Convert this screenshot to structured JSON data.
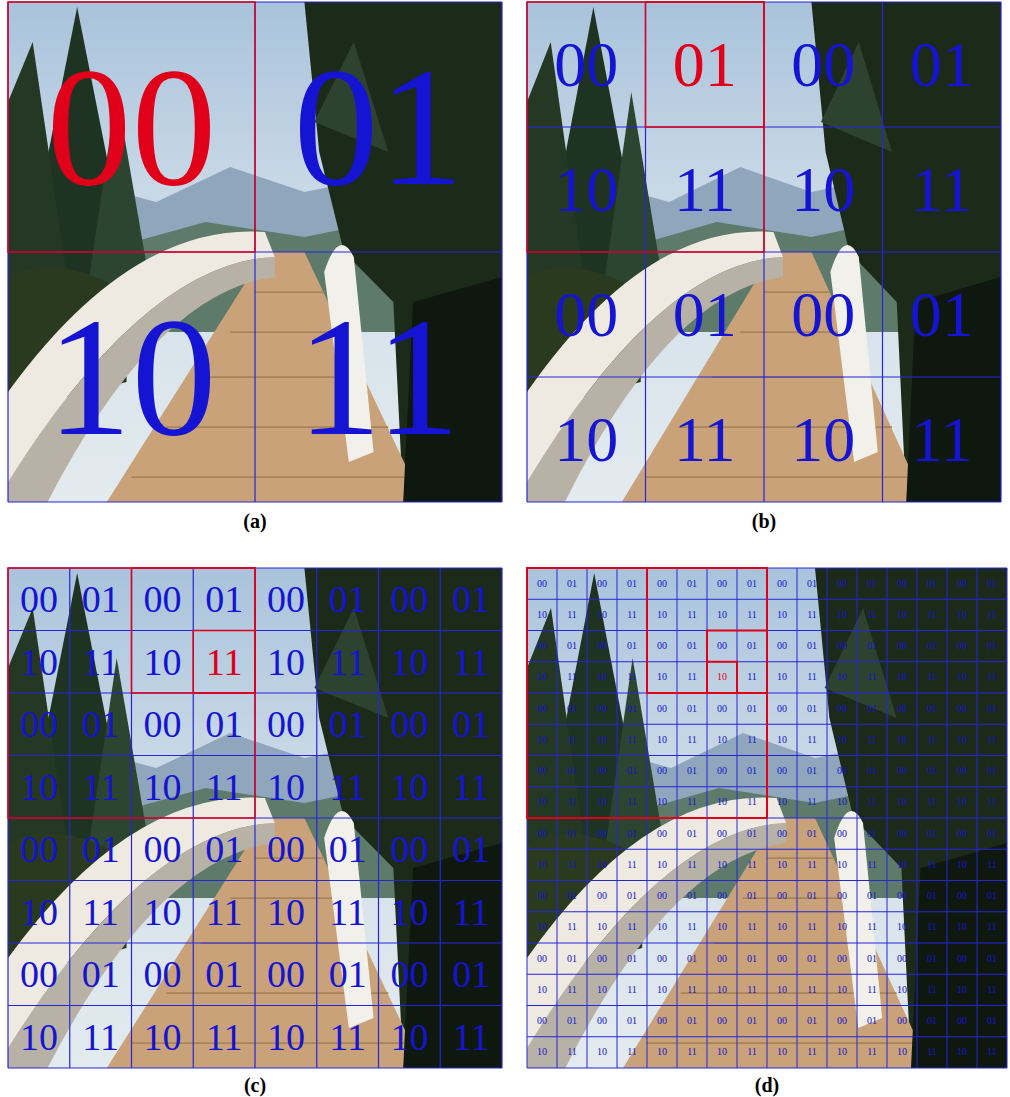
{
  "diagram": {
    "labels": [
      "00",
      "01",
      "10",
      "11",
      "(a)",
      "00",
      "01",
      "00",
      "01",
      "10",
      "11",
      "10",
      "11",
      "00",
      "01",
      "00",
      "01",
      "10",
      "11",
      "10",
      "11",
      "(b)",
      "00",
      "01",
      "00",
      "01",
      "00",
      "01",
      "00",
      "01",
      "10",
      "11",
      "10",
      "11",
      "10",
      "11",
      "10",
      "11",
      "00",
      "01",
      "00",
      "01",
      "00",
      "01",
      "00",
      "01",
      "10",
      "11",
      "10",
      "11",
      "10",
      "11",
      "10",
      "11",
      "00",
      "01",
      "00",
      "01",
      "00",
      "01",
      "00",
      "01",
      "10",
      "11",
      "10",
      "11",
      "10",
      "11",
      "10",
      "11",
      "00",
      "01",
      "00",
      "01",
      "00",
      "01",
      "00",
      "01",
      "10",
      "11",
      "10",
      "11",
      "10",
      "11",
      "10",
      "11",
      "(c)",
      "00",
      "01",
      "00",
      "01",
      "00",
      "01",
      "00",
      "01",
      "00",
      "01",
      "00",
      "01",
      "00",
      "01",
      "00",
      "01",
      "10",
      "11",
      "10",
      "11",
      "10",
      "11",
      "10",
      "11",
      "10",
      "11",
      "10",
      "11",
      "10",
      "11",
      "10",
      "11",
      "00",
      "01",
      "00",
      "01",
      "00",
      "01",
      "00",
      "01",
      "00",
      "01",
      "00",
      "01",
      "00",
      "01",
      "00",
      "01",
      "10",
      "11",
      "10",
      "11",
      "10",
      "11",
      "10",
      "11",
      "10",
      "11",
      "10",
      "11",
      "10",
      "11",
      "10",
      "11",
      "00",
      "01",
      "00",
      "01",
      "00",
      "01",
      "00",
      "01",
      "00",
      "01",
      "00",
      "01",
      "00",
      "01",
      "00",
      "01",
      "10",
      "11",
      "10",
      "11",
      "10",
      "11",
      "10",
      "11",
      "10",
      "11",
      "10",
      "11",
      "10",
      "11",
      "10",
      "11",
      "00",
      "01",
      "00",
      "01",
      "00",
      "01",
      "00",
      "01",
      "00",
      "01",
      "00",
      "01",
      "00",
      "01",
      "00",
      "01",
      "10",
      "11",
      "10",
      "11",
      "10",
      "11",
      "10",
      "11",
      "10",
      "11",
      "10",
      "11",
      "10",
      "11",
      "10",
      "11",
      "00",
      "01",
      "00",
      "01",
      "00",
      "01",
      "00",
      "01",
      "00",
      "01",
      "00",
      "01",
      "00",
      "01",
      "00",
      "01",
      "10",
      "11",
      "10",
      "11",
      "10",
      "11",
      "10",
      "11",
      "10",
      "11",
      "10",
      "11",
      "10",
      "11",
      "10",
      "11",
      "00",
      "01",
      "00",
      "01",
      "00",
      "01",
      "00",
      "01",
      "00",
      "01",
      "00",
      "01",
      "00",
      "01",
      "00",
      "01",
      "10",
      "11",
      "10",
      "11",
      "10",
      "11",
      "10",
      "11",
      "10",
      "11",
      "10",
      "11",
      "10",
      "11",
      "10",
      "11",
      "00",
      "01",
      "00",
      "01",
      "00",
      "01",
      "00",
      "01",
      "00",
      "01",
      "00",
      "01",
      "00",
      "01",
      "00",
      "01",
      "10",
      "11",
      "10",
      "11",
      "10",
      "11",
      "10",
      "11",
      "10",
      "11",
      "10",
      "11",
      "10",
      "11",
      "10",
      "11",
      "00",
      "01",
      "00",
      "01",
      "00",
      "01",
      "00",
      "01",
      "00",
      "01",
      "00",
      "01",
      "00",
      "01",
      "00",
      "01",
      "10",
      "11",
      "10",
      "11",
      "10",
      "11",
      "10",
      "11",
      "10",
      "11",
      "10",
      "11",
      "10",
      "11",
      "10",
      "11",
      "(d)"
    ]
  }
}
